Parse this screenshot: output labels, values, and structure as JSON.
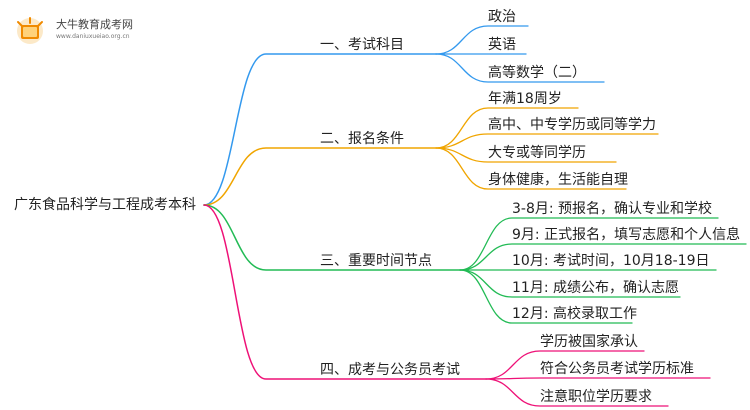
{
  "logo": {
    "title": "大牛教育成考网",
    "url": "www.daniuxueiao.org.cn"
  },
  "root": {
    "label": "广东食品科学与工程成考本科"
  },
  "branches": [
    {
      "label": "一、考试科目",
      "color": "#3399ee",
      "children": [
        "政治",
        "英语",
        "高等数学（二）"
      ]
    },
    {
      "label": "二、报名条件",
      "color": "#f0a500",
      "children": [
        "年满18周岁",
        "高中、中专学历或同等学力",
        "大专或等同学历",
        "身体健康，生活能自理"
      ]
    },
    {
      "label": "三、重要时间节点",
      "color": "#22bb55",
      "children": [
        "3-8月: 预报名，确认专业和学校",
        "9月: 正式报名，填写志愿和个人信息",
        "10月: 考试时间，10月18-19日",
        "11月: 成绩公布，确认志愿",
        "12月: 高校录取工作"
      ]
    },
    {
      "label": "四、成考与公务员考试",
      "color": "#ee1177",
      "children": [
        "学历被国家承认",
        "符合公务员考试学历标准",
        "注意职位学历要求"
      ]
    }
  ]
}
